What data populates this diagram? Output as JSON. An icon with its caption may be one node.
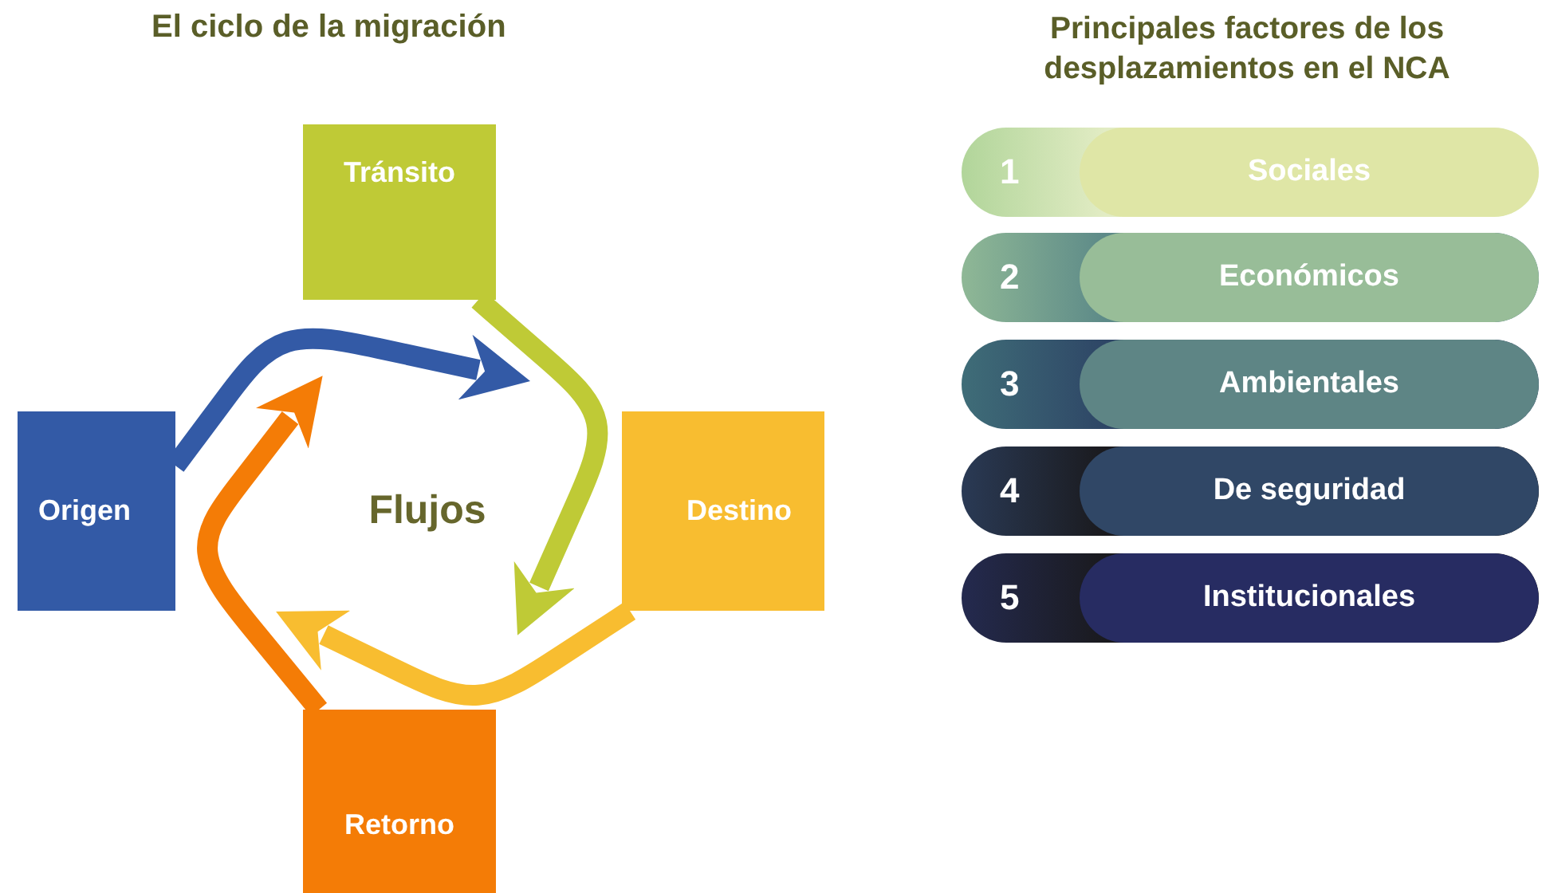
{
  "diagram": {
    "title": "El ciclo de la migración",
    "nodes": [
      {
        "text": [
          "Tránsito"
        ]
      },
      {
        "text": [
          "Destino"
        ]
      },
      {
        "text": [
          "Retorno"
        ]
      },
      {
        "text": [
          "Origen"
        ]
      },
      {
        "text": [
          "1",
          "Sociales"
        ]
      },
      {
        "text": [
          "2",
          "Económicos"
        ]
      },
      {
        "text": [
          "3",
          "Ambientales"
        ]
      },
      {
        "text": [
          "4",
          "De seguridad"
        ]
      },
      {
        "text": [
          "5",
          "Institucionales"
        ]
      }
    ],
    "edges": [
      {
        "from": 3,
        "to": 0,
        "arrow": "to",
        "color": "#335aa6"
      },
      {
        "from": 0,
        "to": 1,
        "arrow": "to",
        "color": "#bfca36"
      },
      {
        "from": 1,
        "to": 2,
        "arrow": "to",
        "color": "#f8bd30"
      },
      {
        "from": 2,
        "to": 3,
        "arrow": "to",
        "color": "#f47c06"
      }
    ],
    "labels": [
      "Flujos",
      "Principales factores de los desplazamientos en el NCA"
    ]
  }
}
